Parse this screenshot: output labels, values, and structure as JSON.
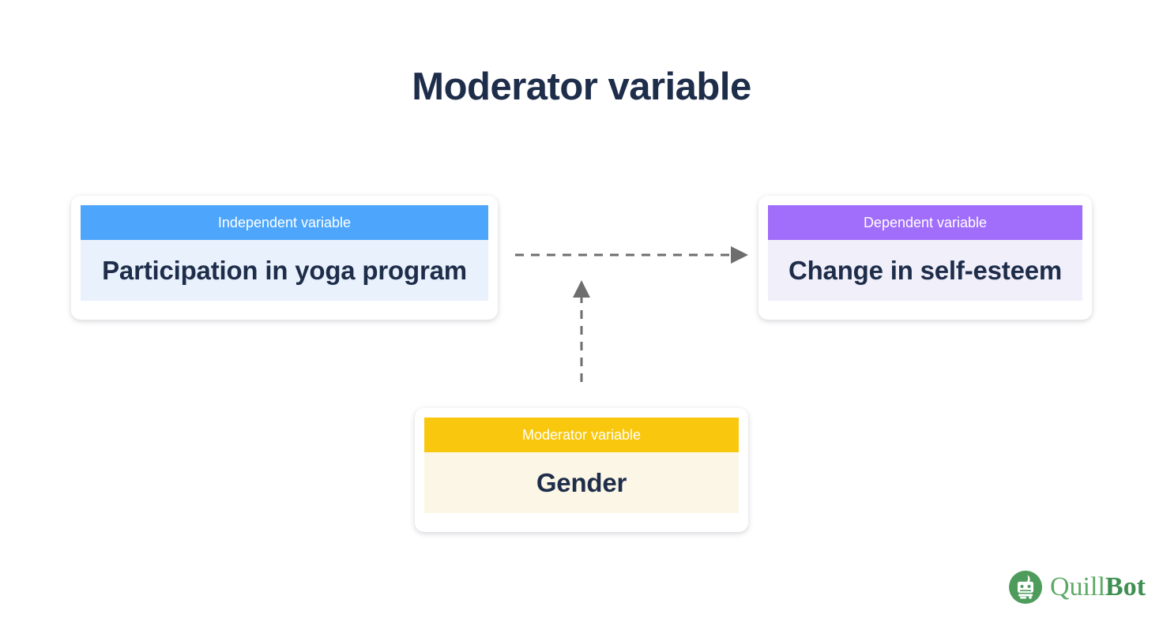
{
  "page": {
    "title": "Moderator variable",
    "background": "#ffffff",
    "title_color": "#1e2d4a"
  },
  "diagram": {
    "type": "moderation-model",
    "cards": [
      {
        "id": "independent",
        "header": "Independent variable",
        "value": "Participation in yoga program",
        "header_color": "#4da6fb",
        "body_color": "#e9f1fc",
        "text_color": "#1e2d4a"
      },
      {
        "id": "dependent",
        "header": "Dependent variable",
        "value": "Change in self-esteem",
        "header_color": "#a16dfb",
        "body_color": "#f0effa",
        "text_color": "#1e2d4a"
      },
      {
        "id": "moderator",
        "header": "Moderator variable",
        "value": "Gender",
        "header_color": "#f9c80e",
        "body_color": "#fbf6e6",
        "text_color": "#1e2d4a"
      }
    ],
    "arrows": [
      {
        "id": "independent-to-dependent",
        "from": "independent",
        "to": "dependent",
        "style": "dashed",
        "direction": "right",
        "color": "#6e6e6e"
      },
      {
        "id": "moderator-to-path",
        "from": "moderator",
        "to": "independent-to-dependent",
        "style": "dashed",
        "direction": "up",
        "color": "#6e6e6e"
      }
    ]
  },
  "logo": {
    "mark": "quillbot-robot-icon",
    "word_primary": "Quill",
    "word_secondary": "Bot",
    "color_primary": "#5fa968",
    "color_secondary": "#3f8f52"
  }
}
